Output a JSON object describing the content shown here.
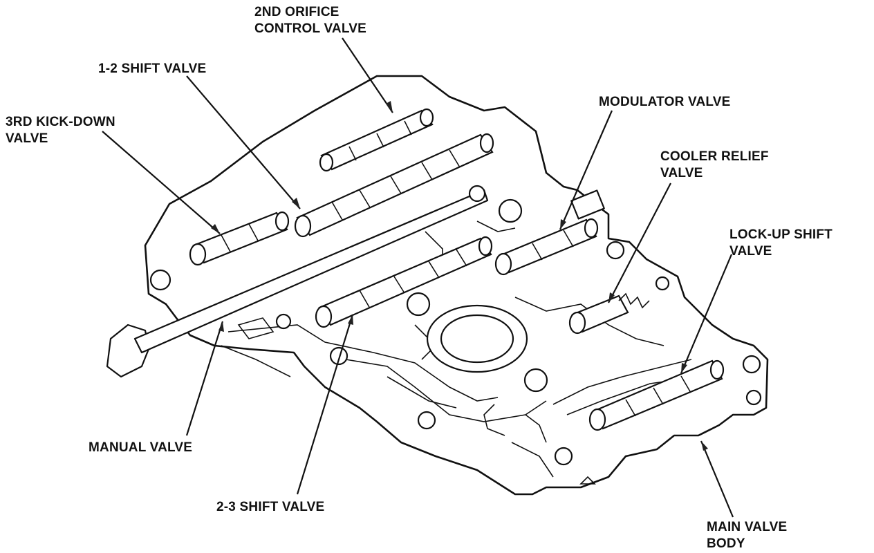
{
  "labels": {
    "orifice_control": [
      "2ND ORIFICE",
      "CONTROL VALVE"
    ],
    "shift_1_2": [
      "1-2 SHIFT VALVE"
    ],
    "kickdown_3rd": [
      "3RD KICK-DOWN",
      "VALVE"
    ],
    "modulator": [
      "MODULATOR VALVE"
    ],
    "cooler_relief": [
      "COOLER RELIEF",
      "VALVE"
    ],
    "lockup_shift": [
      "LOCK-UP SHIFT",
      "VALVE"
    ],
    "manual": [
      "MANUAL VALVE"
    ],
    "shift_2_3": [
      "2-3 SHIFT VALVE"
    ],
    "main_body": [
      "MAIN VALVE",
      "BODY"
    ]
  }
}
